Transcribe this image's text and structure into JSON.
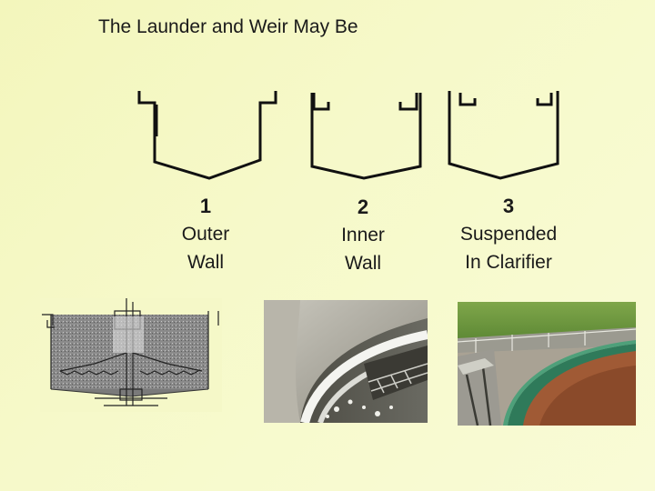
{
  "slide": {
    "title": "The Launder and Weir May Be",
    "options": [
      {
        "number": "1",
        "line1": "Outer",
        "line2": "Wall"
      },
      {
        "number": "2",
        "line1": "Inner",
        "line2": "Wall"
      },
      {
        "number": "3",
        "line1": "Suspended",
        "line2": "In Clarifier"
      }
    ]
  },
  "colors": {
    "background": "#f5f8c4",
    "diagram_line": "#111111",
    "launder_green": "#2f7a5a"
  }
}
